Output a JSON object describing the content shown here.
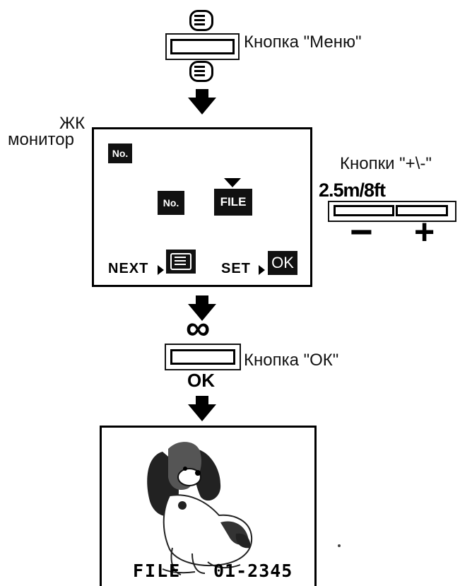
{
  "menu_button": {
    "label": "Кнопка \"Меню\""
  },
  "lcd": {
    "label_line1": "ЖК",
    "label_line2": "монитор",
    "no_badge": "No.",
    "file_badge": "FILE",
    "next_label": "NEXT",
    "set_label": "SET",
    "ok_badge": "OK"
  },
  "plus_minus": {
    "label": "Кнопки \"+\\-\"",
    "distance": "2.5m/8ft",
    "minus": "−",
    "plus": "+"
  },
  "ok_button": {
    "infinity": "∞",
    "label": "Кнопка \"ОК\"",
    "caption": "OK"
  },
  "photo": {
    "file_label": "FILE",
    "file_number": "01-2345"
  },
  "icons": [
    "menu-icon",
    "down-arrow-icon",
    "infinity-icon",
    "dog-photo"
  ]
}
